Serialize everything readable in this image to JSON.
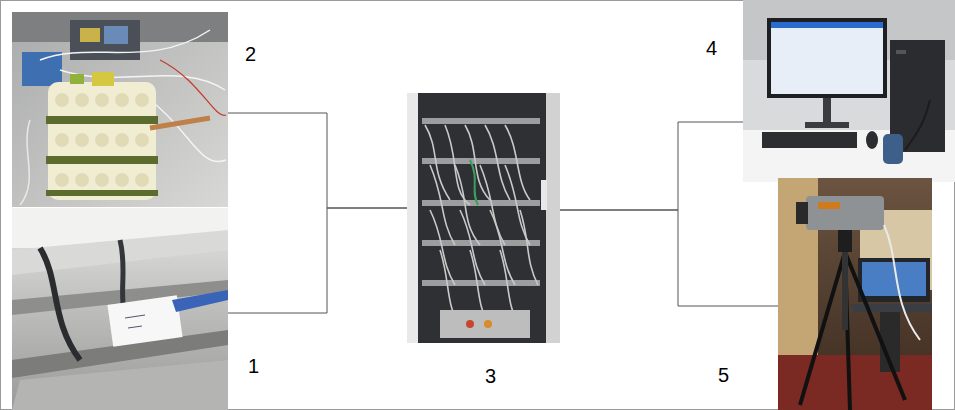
{
  "diagram": {
    "nodes": [
      {
        "text": [
          "2"
        ]
      },
      {
        "text": [
          "1"
        ]
      },
      {
        "text": [
          "3"
        ]
      },
      {
        "text": [
          "4"
        ]
      },
      {
        "text": [
          "5"
        ]
      }
    ],
    "edges": [
      {
        "from": 0,
        "to": 2,
        "arrow": "none"
      },
      {
        "from": 1,
        "to": 2,
        "arrow": "none"
      },
      {
        "from": 2,
        "to": 3,
        "arrow": "none"
      },
      {
        "from": 2,
        "to": 4,
        "arrow": "none"
      }
    ]
  }
}
